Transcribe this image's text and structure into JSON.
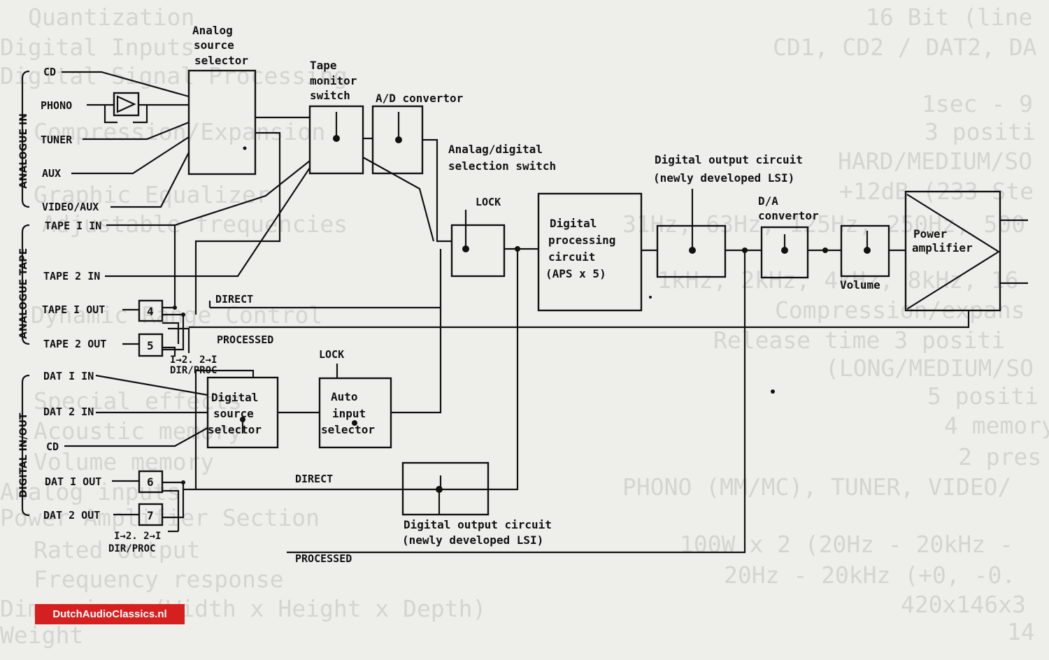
{
  "watermark": "DutchAudioClassics.nl",
  "background_text": [
    "Quantization",
    "16 Bit (line",
    "Digital Inputs",
    "CD1, CD2 / DAT2, DA",
    "Digital Signal Processing",
    "1sec - 9",
    "Compression/Expansion",
    "3 positi",
    "HARD/MEDIUM/SO",
    "+12dB (233 Ste",
    "Graphic Equalizer",
    "Adjustable frequencies",
    "31Hz, 63Hz, 125Hz, 250Hz, 500",
    "1kHz, 2kHz, 4kHz, 8kHz, 16",
    "Dynamic Range Control",
    "Compression/expans",
    "Release time 3 positi",
    "(LONG/MEDIUM/SO",
    "Special effects",
    "5 positi",
    "Acoustic memory",
    "4 memory",
    "Volume memory",
    "2 pres",
    "Analog inputs",
    "PHONO (MM/MC), TUNER, VIDEO/",
    "Power Amplifier Section",
    "Rated output",
    "100W x 2 (20Hz - 20kHz -",
    "Frequency response",
    "20Hz - 20kHz (+0, -0.",
    "Dimensions (Width x Height x Depth)",
    "420x146x3",
    "Weight",
    "14"
  ],
  "group_labels": {
    "analogue_in": "ANALOGUE IN",
    "analogue_tape": "ANALOGUE TAPE",
    "digital_inout": "DIGITAL IN/OUT"
  },
  "inputs": {
    "cd": "CD",
    "phono": "PHONO",
    "tuner": "TUNER",
    "aux": "AUX",
    "video_aux": "VIDEO/AUX",
    "tape1_in": "TAPE I IN",
    "tape2_in": "TAPE 2 IN",
    "tape1_out": "TAPE I  OUT",
    "tape2_out": "TAPE 2  OUT",
    "dat1_in": "DAT I IN",
    "dat2_in": "DAT 2 IN",
    "cd_digital": "CD",
    "dat1_out": "DAT I OUT",
    "dat2_out": "DAT 2 OUT"
  },
  "numbers": {
    "n4": "4",
    "n5": "5",
    "n6": "6",
    "n7": "7"
  },
  "dirproc": {
    "upper_a": "I→2. 2→I",
    "upper_b": "DIR/PROC",
    "lower_a": "I→2. 2→I",
    "lower_b": "DIR/PROC"
  },
  "signals": {
    "direct_upper": "DIRECT",
    "processed_upper": "PROCESSED",
    "direct_lower": "DIRECT",
    "processed_lower": "PROCESSED",
    "lock1": "LOCK",
    "lock2": "LOCK"
  },
  "blocks": {
    "analog_source_selector": [
      "Analog",
      "source",
      "selector"
    ],
    "tape_monitor_switch": [
      "Tape",
      "monitor",
      "switch"
    ],
    "ad_convertor": "A/D convertor",
    "analog_digital_switch": [
      "Analag/digital",
      "selection switch"
    ],
    "digital_processing": [
      "Digital",
      "processing",
      "circuit",
      "(APS x 5)"
    ],
    "digital_output_upper": [
      "Digital output circuit",
      "(newly developed LSI)"
    ],
    "da_convertor": [
      "D/A",
      "convertor"
    ],
    "volume": "Volume",
    "power_amplifier": [
      "Power",
      "amplifier"
    ],
    "digital_source_selector": [
      "Digital",
      "source",
      "selector"
    ],
    "auto_input_selector": [
      "Auto",
      "input",
      "selector"
    ],
    "digital_output_lower": [
      "Digital output circuit",
      "(newly developed LSI)"
    ]
  }
}
